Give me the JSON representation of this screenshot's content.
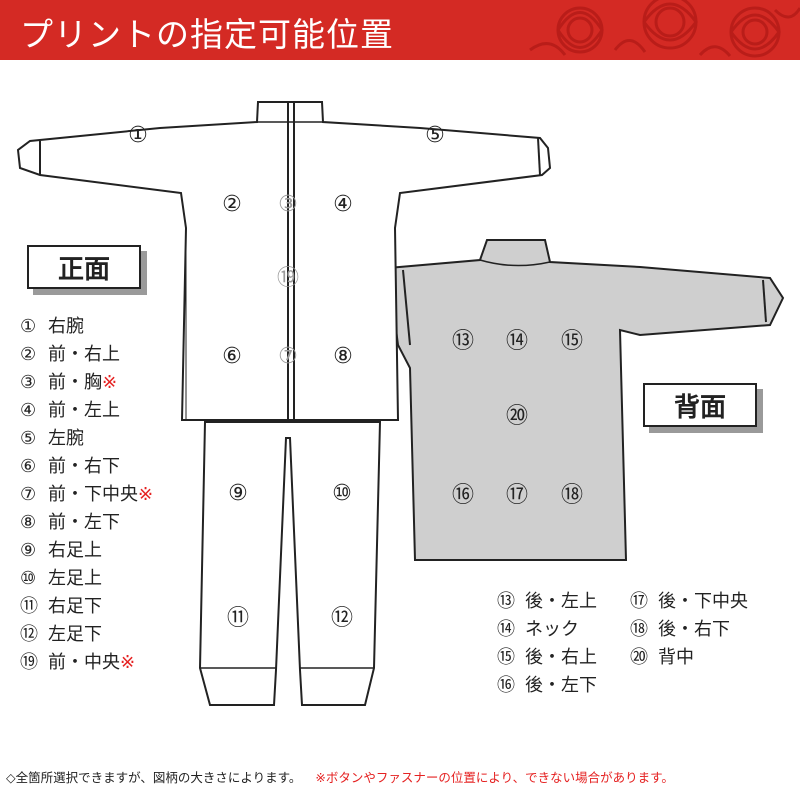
{
  "header": {
    "title": "プリントの指定可能位置",
    "accent_color": "#d42a24",
    "decoration_icon": "floral-pattern-icon"
  },
  "front_label": "正面",
  "back_label": "背面",
  "markers": {
    "m1": "①",
    "m2": "②",
    "m3": "③",
    "m4": "④",
    "m5": "⑤",
    "m6": "⑥",
    "m7": "⑦",
    "m8": "⑧",
    "m9": "⑨",
    "m10": "⑩",
    "m11": "⑪",
    "m12": "⑫",
    "m13": "⑬",
    "m14": "⑭",
    "m15": "⑮",
    "m16": "⑯",
    "m17": "⑰",
    "m18": "⑱",
    "m19": "⑲",
    "m20": "⑳"
  },
  "front_positions": [
    {
      "num": "①",
      "label": "右腕",
      "note": ""
    },
    {
      "num": "②",
      "label": "前・右上",
      "note": ""
    },
    {
      "num": "③",
      "label": "前・胸",
      "note": "※"
    },
    {
      "num": "④",
      "label": "前・左上",
      "note": ""
    },
    {
      "num": "⑤",
      "label": "左腕",
      "note": ""
    },
    {
      "num": "⑥",
      "label": "前・右下",
      "note": ""
    },
    {
      "num": "⑦",
      "label": "前・下中央",
      "note": "※"
    },
    {
      "num": "⑧",
      "label": "前・左下",
      "note": ""
    },
    {
      "num": "⑨",
      "label": "右足上",
      "note": ""
    },
    {
      "num": "⑩",
      "label": "左足上",
      "note": ""
    },
    {
      "num": "⑪",
      "label": "右足下",
      "note": ""
    },
    {
      "num": "⑫",
      "label": "左足下",
      "note": ""
    },
    {
      "num": "⑲",
      "label": "前・中央",
      "note": "※"
    }
  ],
  "back_positions_a": [
    {
      "num": "⑬",
      "label": "後・左上"
    },
    {
      "num": "⑭",
      "label": "ネック"
    },
    {
      "num": "⑮",
      "label": "後・右上"
    },
    {
      "num": "⑯",
      "label": "後・左下"
    }
  ],
  "back_positions_b": [
    {
      "num": "⑰",
      "label": "後・下中央"
    },
    {
      "num": "⑱",
      "label": "後・右下"
    },
    {
      "num": "⑳",
      "label": "背中"
    }
  ],
  "footer": {
    "note_a": "◇全箇所選択できますが、図柄の大きさによります。",
    "note_b": "※ボタンやファスナーの位置により、できない場合があります。"
  },
  "colors": {
    "back_garment": "#cfcfcf",
    "outline": "#222222",
    "warning": "#e52222",
    "muted_marker": "#9a9a9a"
  }
}
